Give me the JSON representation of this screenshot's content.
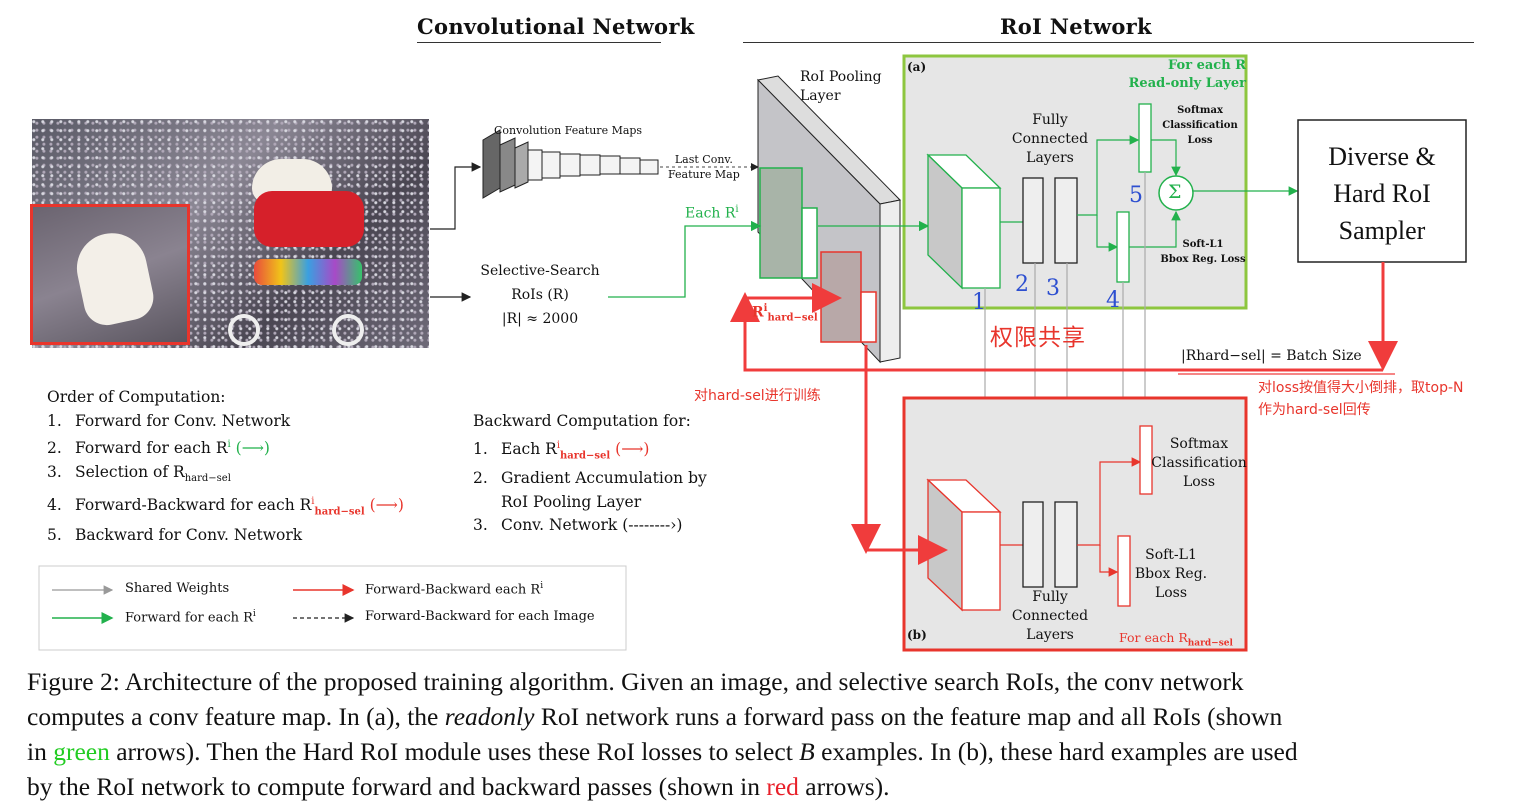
{
  "headers": {
    "conv": "Convolutional Network",
    "roi": "RoI Network"
  },
  "conv_maps_label": "Convolution Feature Maps",
  "last_conv_label": [
    "Last Conv.",
    "Feature Map"
  ],
  "selective_search": [
    "Selective-Search",
    "RoIs (R)",
    "|R| ≈ 2000"
  ],
  "roi_pool_label": [
    "RoI Pooling",
    "Layer"
  ],
  "each_r_label": "Each R",
  "each_r_sup": "i",
  "r_hard_sel": "R",
  "r_hard_sel_sub": "hard−sel",
  "panel_a": {
    "tag": "(a)",
    "for_each": "For each R",
    "readonly": "Read-only Layer",
    "fc": [
      "Fully",
      "Connected",
      "Layers"
    ],
    "softmax": [
      "Softmax",
      "Classification",
      "Loss"
    ],
    "bbox": [
      "Soft-L1",
      "Bbox Reg. Loss"
    ],
    "sigma": "Σ"
  },
  "panel_b": {
    "tag": "(b)",
    "fc": [
      "Fully",
      "Connected",
      "Layers"
    ],
    "softmax": [
      "Softmax",
      "Classification",
      "Loss"
    ],
    "bbox": [
      "Soft-L1",
      "Bbox Reg.",
      "Loss"
    ],
    "for_each": "For each R",
    "for_each_sub": "hard−sel"
  },
  "sampler": [
    "Diverse &",
    "Hard RoI",
    "Sampler"
  ],
  "batch_size": "|Rhard−sel| = Batch Size",
  "numbers": [
    "1",
    "2",
    "3",
    "4",
    "5"
  ],
  "chinese": {
    "shared": "权限共享",
    "train": "对hard-sel进行训练",
    "sort": [
      "对loss按值得大小倒排，取top-N",
      "作为hard-sel回传"
    ]
  },
  "order": {
    "title": "Order of Computation:",
    "items": [
      "Forward for Conv. Network",
      "Forward for each R",
      "Selection of R",
      "Forward-Backward for each R",
      "Backward for Conv. Network"
    ],
    "nums": [
      "1.",
      "2.",
      "3.",
      "4.",
      "5."
    ],
    "sup_i": "i",
    "sub_hard": "hard−sel",
    "arrow_right": "(⟶)"
  },
  "backward": {
    "title": "Backward Computation for:",
    "items": [
      "Each R",
      "Gradient Accumulation by",
      "RoI Pooling Layer",
      "Conv. Network"
    ],
    "nums": [
      "1.",
      "2.",
      "3."
    ],
    "dashed": "(--------›)"
  },
  "legend": {
    "shared": "Shared Weights",
    "forward_each": "Forward for each R",
    "fb_each": "Forward-Backward each R",
    "fb_image": "Forward-Backward for each Image"
  },
  "caption": {
    "line1": "Figure 2:  Architecture of the proposed training algorithm.  Given an image, and selective search RoIs, the conv network",
    "line2a": "computes a conv feature map. In (a), the ",
    "line2b": "readonly",
    "line2c": " RoI network runs a forward pass on the feature map and all RoIs (shown",
    "line3a": "in ",
    "line3b": "green",
    "line3c": " arrows). Then the Hard RoI module uses these RoI losses to select ",
    "line3d": "B",
    "line3e": " examples. In (b), these hard examples are used",
    "line4a": "by the RoI network to compute forward and backward passes (shown in ",
    "line4b": "red",
    "line4c": " arrows)."
  },
  "colors": {
    "green": "#22b14c",
    "red": "#e8352c",
    "blue": "#2d4fd0",
    "panel_a_border": "#8dc63f"
  }
}
